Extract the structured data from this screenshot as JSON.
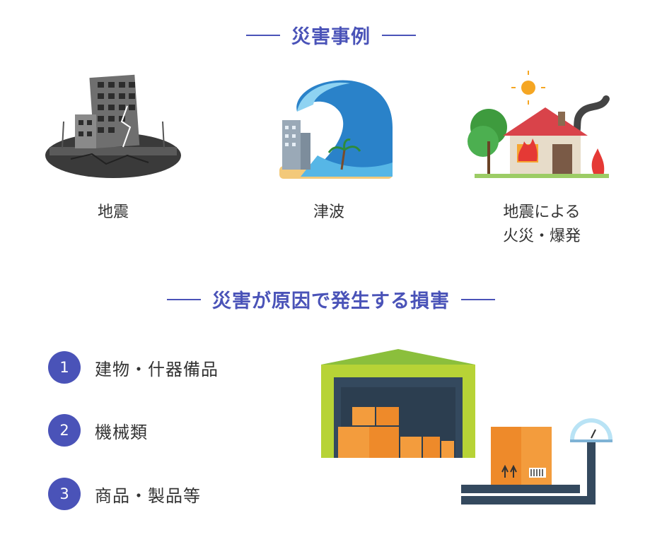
{
  "section1": {
    "title": "災害事例"
  },
  "disasters": [
    {
      "label": "地震"
    },
    {
      "label": "津波"
    },
    {
      "label_line1": "地震による",
      "label_line2": "火災・爆発"
    }
  ],
  "section2": {
    "title": "災害が原因で発生する損害"
  },
  "losses": [
    {
      "number": "1",
      "label": "建物・什器備品"
    },
    {
      "number": "2",
      "label": "機械類"
    },
    {
      "number": "3",
      "label": "商品・製品等"
    }
  ],
  "colors": {
    "accent": "#4a53b8",
    "text": "#333333"
  },
  "icons": [
    "earthquake-icon",
    "tsunami-icon",
    "house-fire-icon",
    "warehouse-icon",
    "scale-icon"
  ]
}
